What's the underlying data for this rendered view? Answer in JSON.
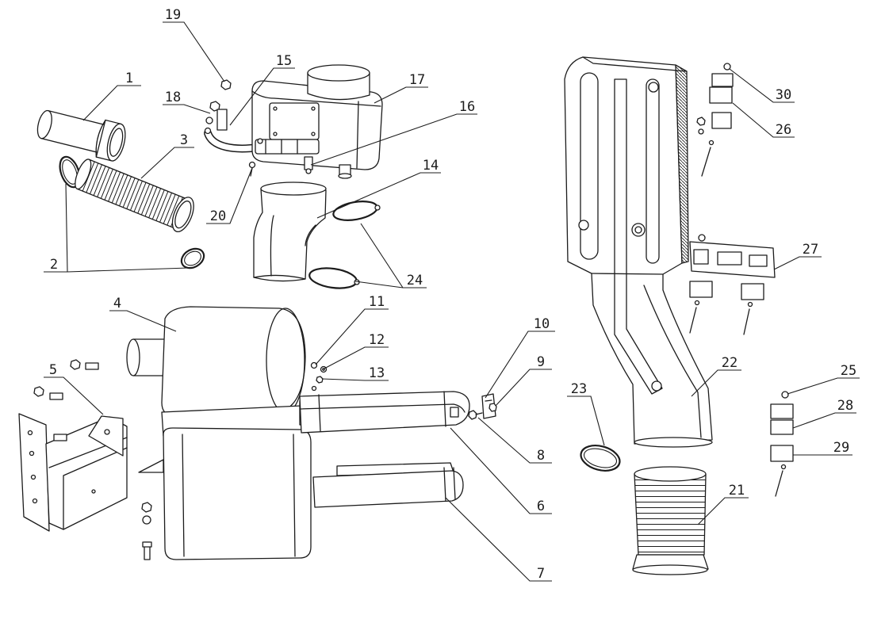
{
  "diagram": {
    "callouts": {
      "1": "1",
      "2": "2",
      "3": "3",
      "4": "4",
      "5": "5",
      "6": "6",
      "7": "7",
      "8": "8",
      "9": "9",
      "10": "10",
      "11": "11",
      "12": "12",
      "13": "13",
      "14": "14",
      "15": "15",
      "16": "16",
      "17": "17",
      "18": "18",
      "19": "19",
      "20": "20",
      "21": "21",
      "22": "22",
      "23": "23",
      "24": "24",
      "25": "25",
      "26": "26",
      "27": "27",
      "28": "28",
      "29": "29",
      "30": "30"
    }
  }
}
